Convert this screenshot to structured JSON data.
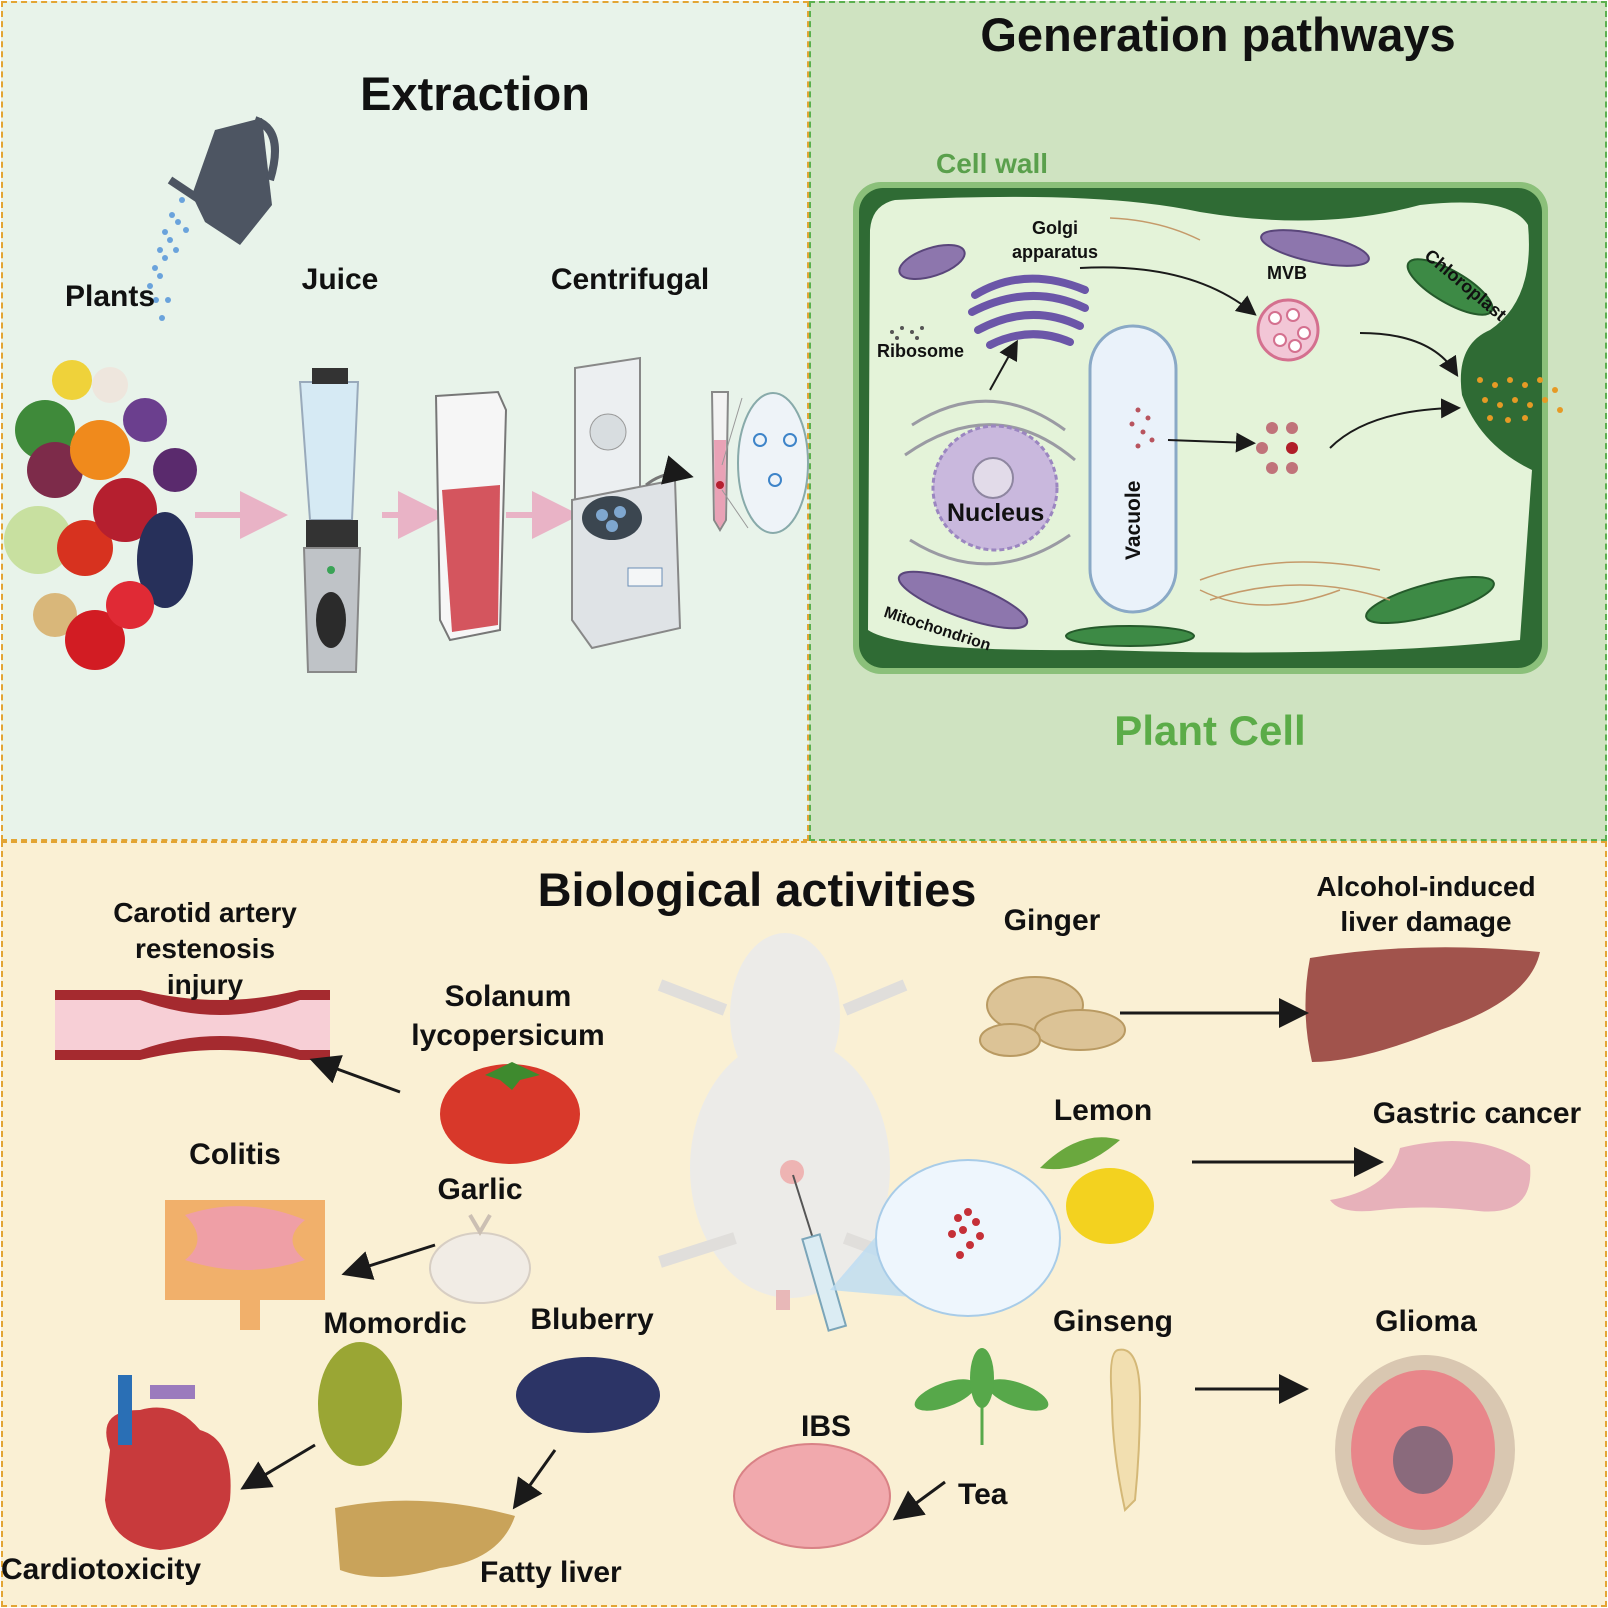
{
  "extraction": {
    "title": "Extraction",
    "plants": "Plants",
    "juice": "Juice",
    "centrifugal": "Centrifugal"
  },
  "generation": {
    "title": "Generation pathways",
    "cell_wall": "Cell wall",
    "golgi": [
      "Golgi",
      "apparatus"
    ],
    "mvb": "MVB",
    "chloroplast": "Chloroplast",
    "ribosome": "Ribosome",
    "nucleus": "Nucleus",
    "vacuole": "Vacuole",
    "mitochondrion": "Mitochondrion",
    "plant_cell": "Plant Cell"
  },
  "bio": {
    "title": "Biological activities",
    "carotid": [
      "Carotid artery",
      "restenosis",
      "injury"
    ],
    "solanum": [
      "Solanum",
      "lycopersicum"
    ],
    "colitis": "Colitis",
    "garlic": "Garlic",
    "momordic": "Momordic",
    "bluberry": "Bluberry",
    "cardiotoxicity": "Cardiotoxicity",
    "fatty_liver": "Fatty liver",
    "ibs": "IBS",
    "tea": "Tea",
    "ginger": "Ginger",
    "alcohol": [
      "Alcohol-induced",
      "liver damage"
    ],
    "lemon": "Lemon",
    "gastric": "Gastric cancer",
    "ginseng": "Ginseng",
    "glioma": "Glioma"
  },
  "colors": {
    "arrow_pink": "#e9b3c6",
    "cell_wall": "#2f6b34",
    "cytoplasm": "#e4f3d9",
    "plant_cell_label": "#5bac48",
    "nucleus": "#c9b8dd",
    "tomato": "#d8382a"
  }
}
